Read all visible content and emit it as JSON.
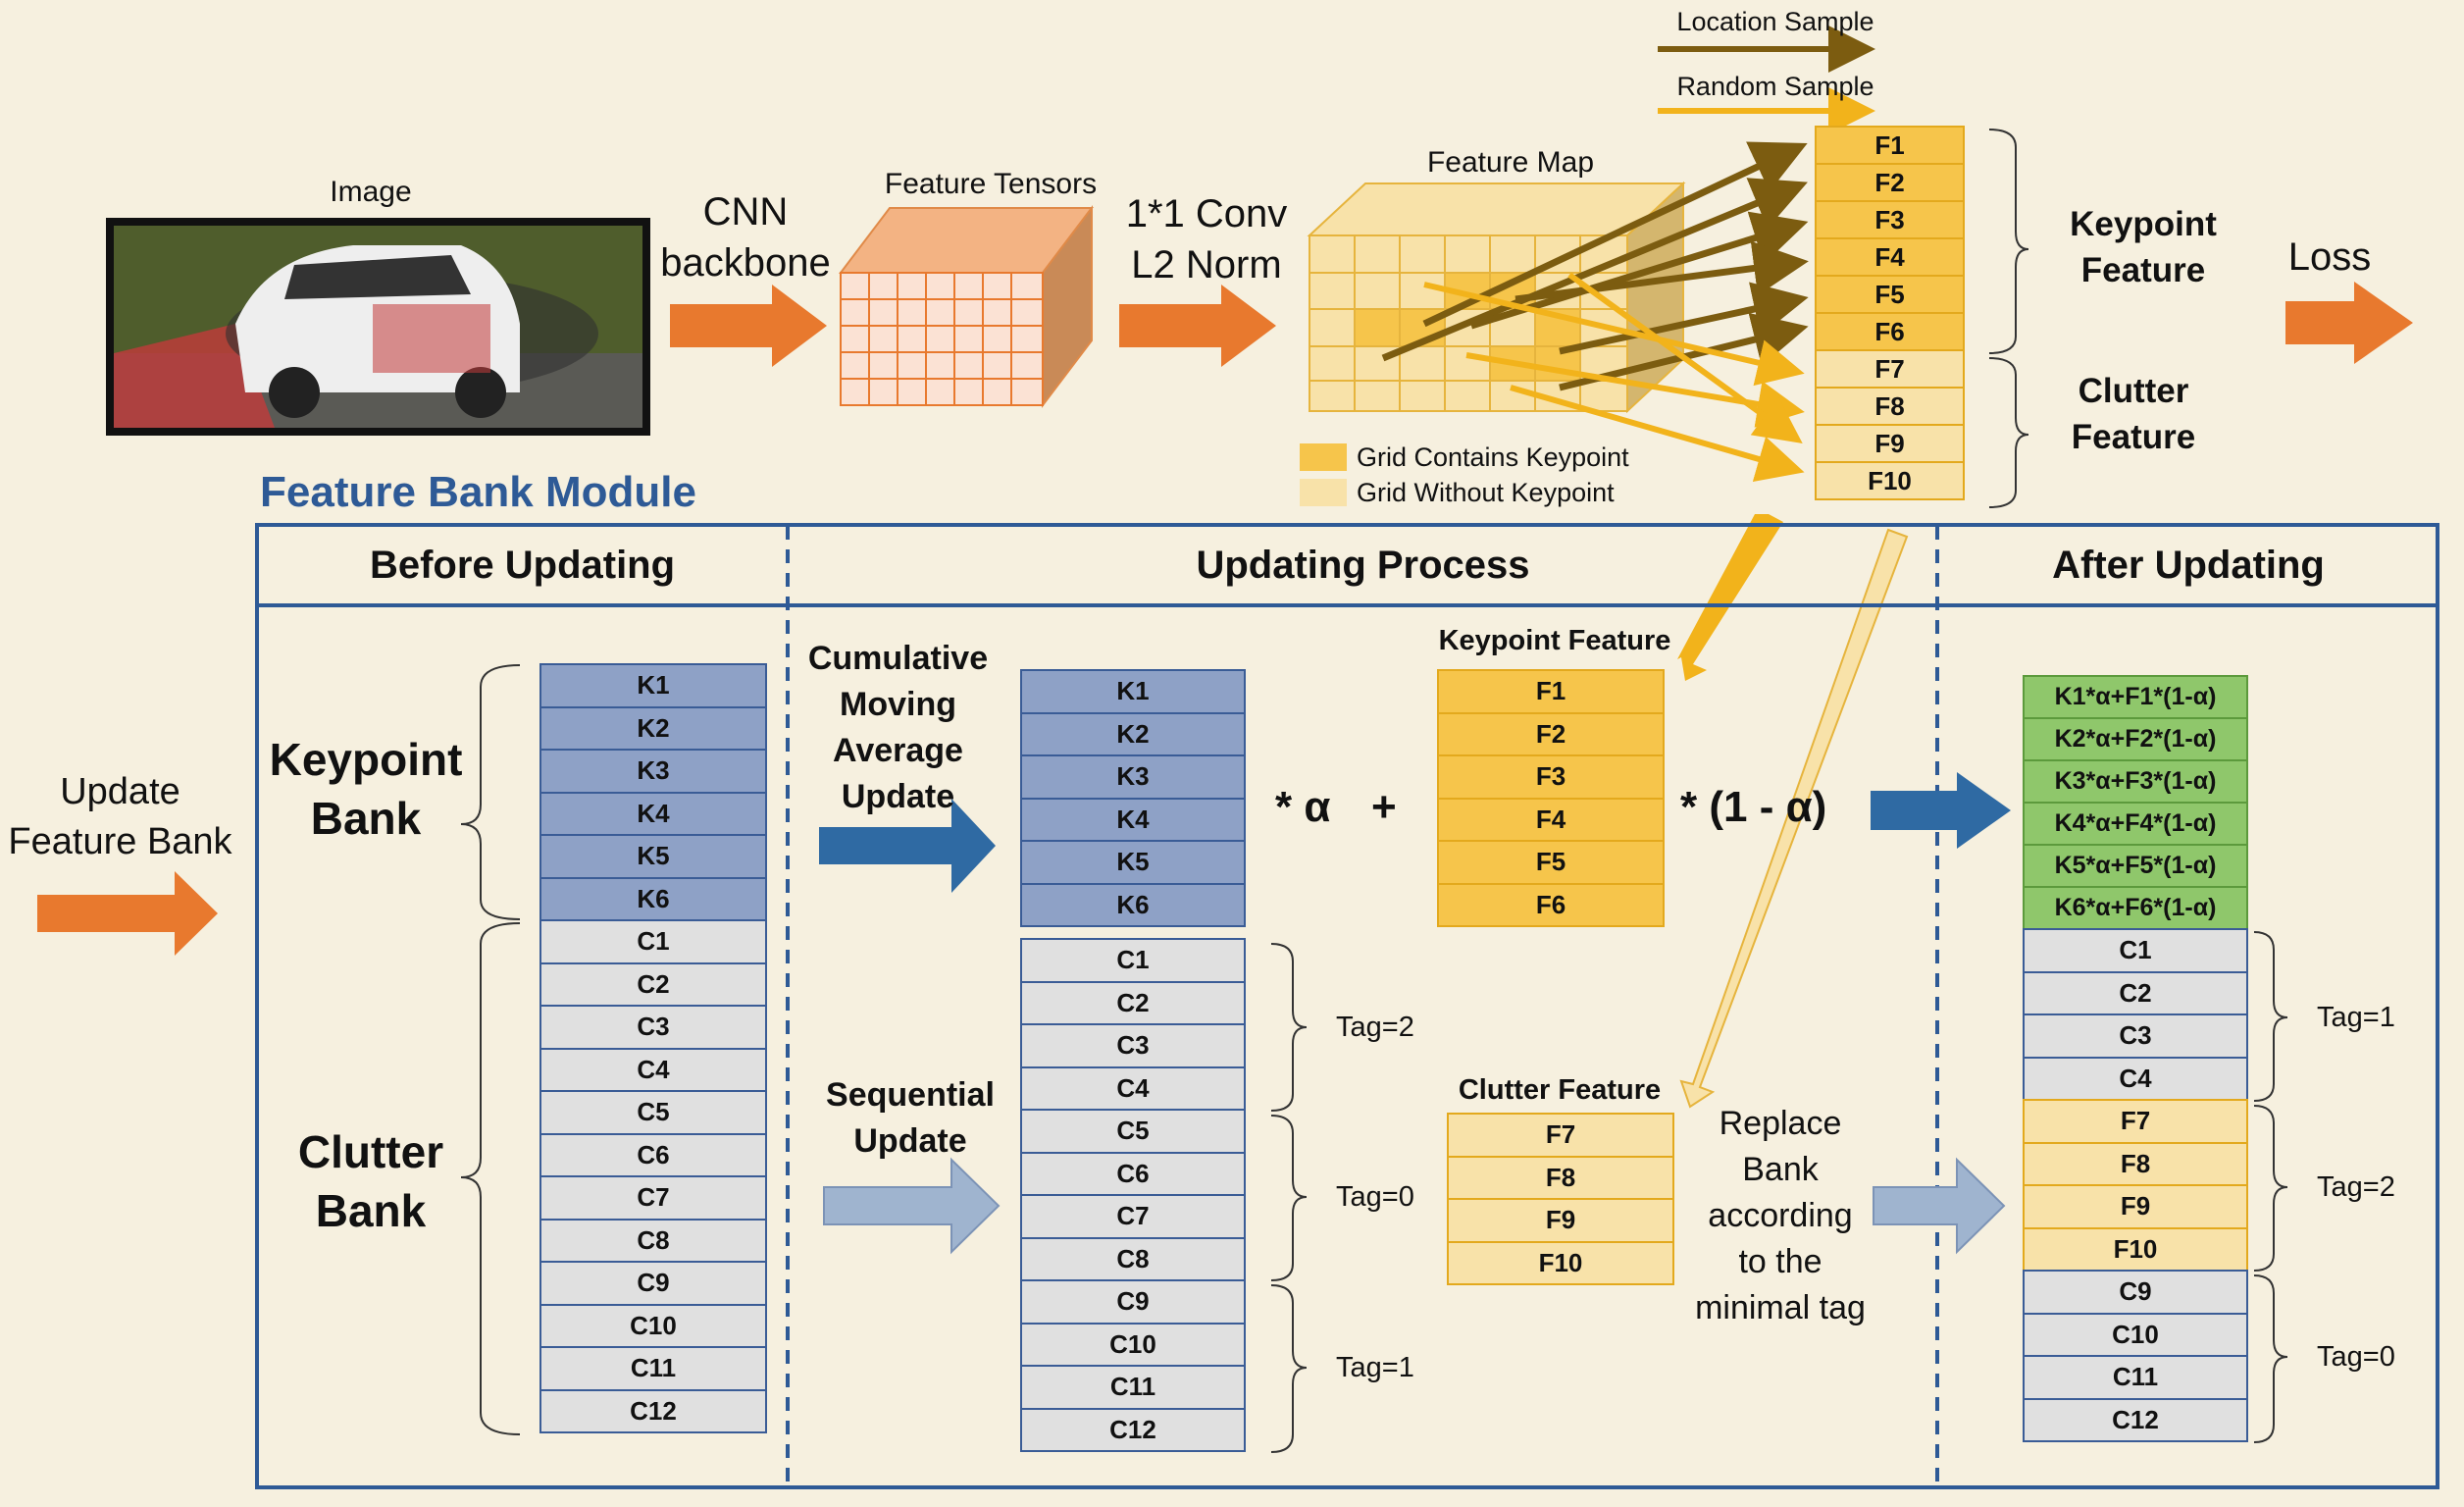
{
  "top": {
    "image_label": "Image",
    "cnn_label": "CNN\nbackbone",
    "tensor_label": "Feature Tensors",
    "conv_label": "1*1 Conv\nL2 Norm",
    "map_label": "Feature Map",
    "location_sample": "Location Sample",
    "random_sample": "Random Sample",
    "legend_keypoint": "Grid Contains Keypoint",
    "legend_without": "Grid Without Keypoint",
    "features": [
      "F1",
      "F2",
      "F3",
      "F4",
      "F5",
      "F6",
      "F7",
      "F8",
      "F9",
      "F10"
    ],
    "keypoint_feature": "Keypoint\nFeature",
    "clutter_feature": "Clutter\nFeature",
    "loss": "Loss"
  },
  "module_title": "Feature Bank Module",
  "headers": {
    "before": "Before Updating",
    "process": "Updating Process",
    "after": "After Updating"
  },
  "left": {
    "update_label": "Update\nFeature Bank",
    "keypoint_bank": "Keypoint\nBank",
    "clutter_bank": "Clutter\nBank"
  },
  "before": {
    "keypoints": [
      "K1",
      "K2",
      "K3",
      "K4",
      "K5",
      "K6"
    ],
    "clutters": [
      "C1",
      "C2",
      "C3",
      "C4",
      "C5",
      "C6",
      "C7",
      "C8",
      "C9",
      "C10",
      "C11",
      "C12"
    ]
  },
  "process": {
    "cma_label": "Cumulative\nMoving\nAverage\nUpdate",
    "seq_label": "Sequential\nUpdate",
    "keypoints": [
      "K1",
      "K2",
      "K3",
      "K4",
      "K5",
      "K6"
    ],
    "clutters": [
      "C1",
      "C2",
      "C3",
      "C4",
      "C5",
      "C6",
      "C7",
      "C8",
      "C9",
      "C10",
      "C11",
      "C12"
    ],
    "alpha_label": "* α",
    "plus": "+",
    "one_minus_alpha": "* (1 - α)",
    "kf_title": "Keypoint Feature",
    "kf": [
      "F1",
      "F2",
      "F3",
      "F4",
      "F5",
      "F6"
    ],
    "cf_title": "Clutter Feature",
    "cf": [
      "F7",
      "F8",
      "F9",
      "F10"
    ],
    "tags": [
      "Tag=2",
      "Tag=0",
      "Tag=1"
    ],
    "replace_label": "Replace\nBank\naccording\nto the\nminimal tag"
  },
  "after": {
    "keypoints": [
      "K1*α+F1*(1-α)",
      "K2*α+F2*(1-α)",
      "K3*α+F3*(1-α)",
      "K4*α+F4*(1-α)",
      "K5*α+F5*(1-α)",
      "K6*α+F6*(1-α)"
    ],
    "group1": [
      "C1",
      "C2",
      "C3",
      "C4"
    ],
    "group2": [
      "F7",
      "F8",
      "F9",
      "F10"
    ],
    "group3": [
      "C9",
      "C10",
      "C11",
      "C12"
    ],
    "tags": [
      "Tag=1",
      "Tag=2",
      "Tag=0"
    ]
  },
  "colors": {
    "orange_arrow": "#e8792e",
    "dark_blue_arrow": "#2f6aa3",
    "light_blue_arrow": "#9fb4cf",
    "location_arrow": "#7c5c10",
    "random_arrow": "#f2b31b",
    "title_blue": "#2e5a96"
  }
}
